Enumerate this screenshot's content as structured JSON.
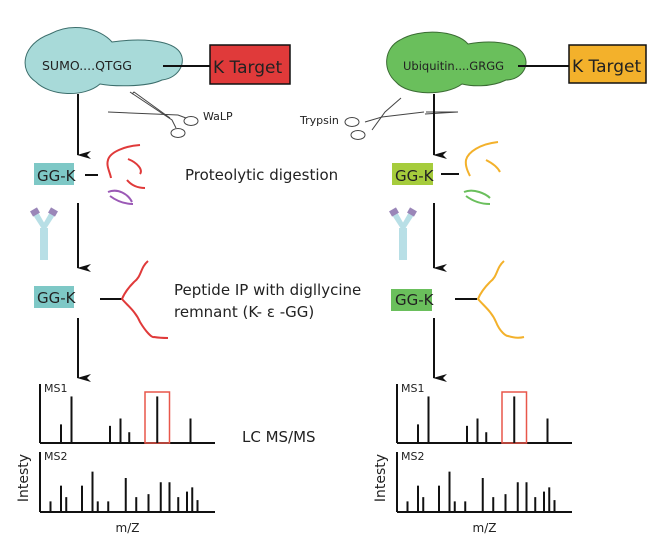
{
  "left": {
    "modifier_label": "SUMO....QTGG",
    "modifier_color": "#a8dad9",
    "target_label": "K Target",
    "target_color": "#e03a3a",
    "protease_label": "WaLP",
    "remnant_label": "GG-K",
    "remnant_color": "#7ec8c6",
    "remnant_ip_color": "#7ec8c6",
    "fragment_colors": [
      "#e03a3a",
      "#e03a3a",
      "#9b59b6"
    ],
    "ip_peptide_color": "#e03a3a",
    "ms": {
      "ylabel": "Intesty",
      "xlabel": "m/Z",
      "ms1_label": "MS1",
      "ms2_label": "MS2",
      "ms1_peaks": [
        {
          "x": 0.12,
          "h": 0.38
        },
        {
          "x": 0.18,
          "h": 0.95
        },
        {
          "x": 0.4,
          "h": 0.35
        },
        {
          "x": 0.46,
          "h": 0.5
        },
        {
          "x": 0.51,
          "h": 0.22
        },
        {
          "x": 0.67,
          "h": 0.95
        },
        {
          "x": 0.86,
          "h": 0.5
        }
      ],
      "ms1_highlight": {
        "x_from": 0.6,
        "x_to": 0.74
      },
      "ms2_peaks": [
        {
          "x": 0.06,
          "h": 0.25
        },
        {
          "x": 0.12,
          "h": 0.62
        },
        {
          "x": 0.15,
          "h": 0.35
        },
        {
          "x": 0.24,
          "h": 0.62
        },
        {
          "x": 0.3,
          "h": 0.95
        },
        {
          "x": 0.33,
          "h": 0.25
        },
        {
          "x": 0.39,
          "h": 0.25
        },
        {
          "x": 0.49,
          "h": 0.8
        },
        {
          "x": 0.55,
          "h": 0.35
        },
        {
          "x": 0.62,
          "h": 0.42
        },
        {
          "x": 0.69,
          "h": 0.7
        },
        {
          "x": 0.74,
          "h": 0.7
        },
        {
          "x": 0.79,
          "h": 0.35
        },
        {
          "x": 0.84,
          "h": 0.48
        },
        {
          "x": 0.87,
          "h": 0.58
        },
        {
          "x": 0.9,
          "h": 0.28
        }
      ]
    }
  },
  "right": {
    "modifier_label": "Ubiquitin....GRGG",
    "modifier_color": "#6abf5c",
    "target_label": "K Target",
    "target_color": "#f3b12b",
    "protease_label": "Trypsin",
    "remnant_label": "GG-K",
    "remnant_color": "#a6cc3c",
    "remnant_ip_color": "#6abf5c",
    "fragment_colors": [
      "#f3b12b",
      "#f3b12b",
      "#6abf5c"
    ],
    "ip_peptide_color": "#f3b12b",
    "ms": {
      "ylabel": "Intesty",
      "xlabel": "m/Z",
      "ms1_label": "MS1",
      "ms2_label": "MS2",
      "ms1_peaks": [
        {
          "x": 0.12,
          "h": 0.38
        },
        {
          "x": 0.18,
          "h": 0.95
        },
        {
          "x": 0.4,
          "h": 0.35
        },
        {
          "x": 0.46,
          "h": 0.5
        },
        {
          "x": 0.51,
          "h": 0.22
        },
        {
          "x": 0.67,
          "h": 0.95
        },
        {
          "x": 0.86,
          "h": 0.5
        }
      ],
      "ms1_highlight": {
        "x_from": 0.6,
        "x_to": 0.74
      },
      "ms2_peaks": [
        {
          "x": 0.06,
          "h": 0.25
        },
        {
          "x": 0.12,
          "h": 0.62
        },
        {
          "x": 0.15,
          "h": 0.35
        },
        {
          "x": 0.24,
          "h": 0.62
        },
        {
          "x": 0.3,
          "h": 0.95
        },
        {
          "x": 0.33,
          "h": 0.25
        },
        {
          "x": 0.39,
          "h": 0.25
        },
        {
          "x": 0.49,
          "h": 0.8
        },
        {
          "x": 0.55,
          "h": 0.35
        },
        {
          "x": 0.62,
          "h": 0.42
        },
        {
          "x": 0.69,
          "h": 0.7
        },
        {
          "x": 0.74,
          "h": 0.7
        },
        {
          "x": 0.79,
          "h": 0.35
        },
        {
          "x": 0.84,
          "h": 0.48
        },
        {
          "x": 0.87,
          "h": 0.58
        },
        {
          "x": 0.9,
          "h": 0.28
        }
      ]
    }
  },
  "steps": {
    "digestion": "Proteolytic digestion",
    "ip_line1": "Peptide IP with digllycine",
    "ip_line2": "remnant (K- ε -GG)",
    "lcms": "LC MS/MS"
  },
  "colors": {
    "line": "#111111",
    "highlight_box": "#e8574a",
    "antibody_body": "#b8dfe6",
    "antibody_tip": "#9a86b8"
  }
}
